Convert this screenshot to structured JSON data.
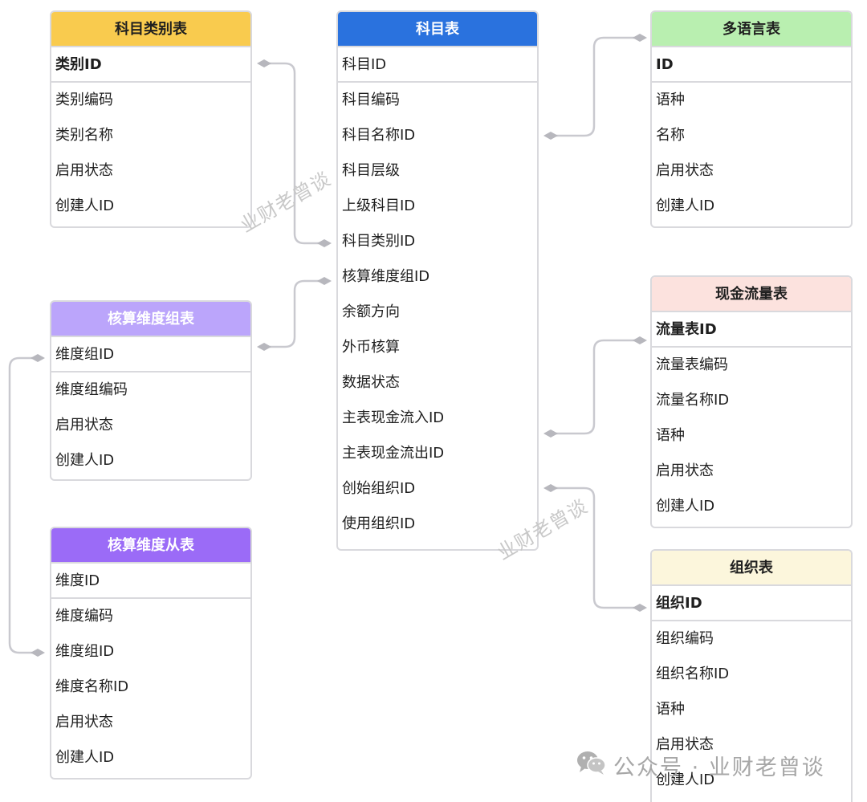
{
  "tables": {
    "category": {
      "title": "科目类别表",
      "color": "#F9CB4E",
      "rows": [
        "类别ID",
        "类别编码",
        "类别名称",
        "启用状态",
        "创建人ID"
      ]
    },
    "subject": {
      "title": "科目表",
      "color": "#2A72DE",
      "rows": [
        "科目ID",
        "科目编码",
        "科目名称ID",
        "科目层级",
        "上级科目ID",
        "科目类别ID",
        "核算维度组ID",
        "余额方向",
        "外币核算",
        "数据状态",
        "主表现金流入ID",
        "主表现金流出ID",
        "创始组织ID",
        "使用组织ID"
      ]
    },
    "multilang": {
      "title": "多语言表",
      "color": "#B9EFB0",
      "rows": [
        "ID",
        "语种",
        "名称",
        "启用状态",
        "创建人ID"
      ]
    },
    "dimgroup": {
      "title": "核算维度组表",
      "color": "#BBA5FB",
      "rows": [
        "维度组ID",
        "维度组编码",
        "启用状态",
        "创建人ID"
      ]
    },
    "dimsub": {
      "title": "核算维度从表",
      "color": "#9B6BF7",
      "rows": [
        "维度ID",
        "维度编码",
        "维度组ID",
        "维度名称ID",
        "启用状态",
        "创建人ID"
      ]
    },
    "cashflow": {
      "title": "现金流量表",
      "color": "#FCE2DE",
      "rows": [
        "流量表ID",
        "流量表编码",
        "流量名称ID",
        "语种",
        "启用状态",
        "创建人ID"
      ]
    },
    "org": {
      "title": "组织表",
      "color": "#FCF6DC",
      "rows": [
        "组织ID",
        "组织编码",
        "组织名称ID",
        "语种",
        "启用状态",
        "创建人ID"
      ]
    }
  },
  "watermarks": [
    "业财老曾谈",
    "业财老曾谈"
  ],
  "footer": {
    "text": "公众号 · 业财老曾谈",
    "icon": "wechat-icon"
  }
}
